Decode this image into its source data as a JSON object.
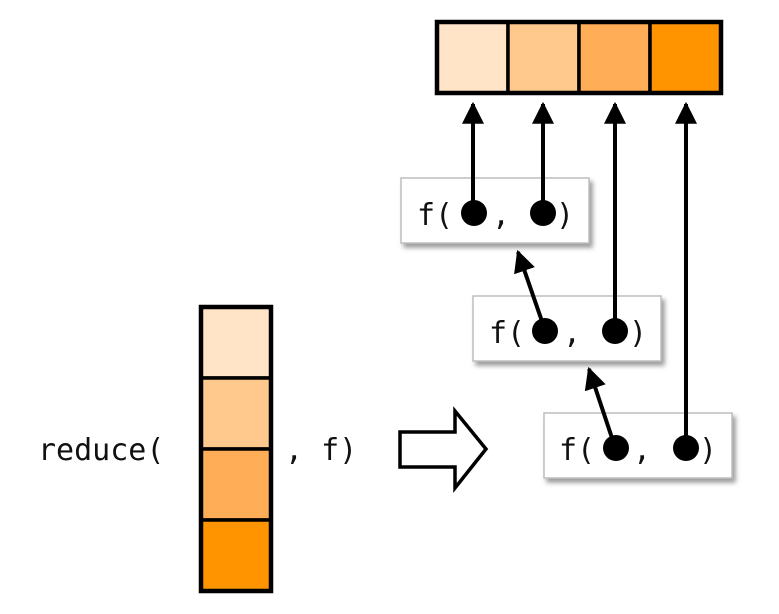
{
  "caption_left": {
    "prefix": "reduce(",
    "suffix": ", f)"
  },
  "input_vector": {
    "orientation": "vertical",
    "cells": [
      {
        "color": "#FFE4C8"
      },
      {
        "color": "#FFC98E"
      },
      {
        "color": "#FFAE57"
      },
      {
        "color": "#FF9300"
      }
    ]
  },
  "output_vector": {
    "orientation": "horizontal",
    "cells": [
      {
        "color": "#FFE4C8"
      },
      {
        "color": "#FFC98E"
      },
      {
        "color": "#FFAE57"
      },
      {
        "color": "#FF9300"
      }
    ]
  },
  "transform_arrow": "hollow-right-arrow",
  "function_calls": [
    {
      "label_open": "f(",
      "separator": ",",
      "label_close": ")"
    },
    {
      "label_open": "f(",
      "separator": ",",
      "label_close": ")"
    },
    {
      "label_open": "f(",
      "separator": ",",
      "label_close": ")"
    }
  ],
  "colors": {
    "stroke": "#000000",
    "box_border": "#BDBDBD",
    "box_fill": "#FFFFFF",
    "shadow": "#8A8A8A"
  }
}
